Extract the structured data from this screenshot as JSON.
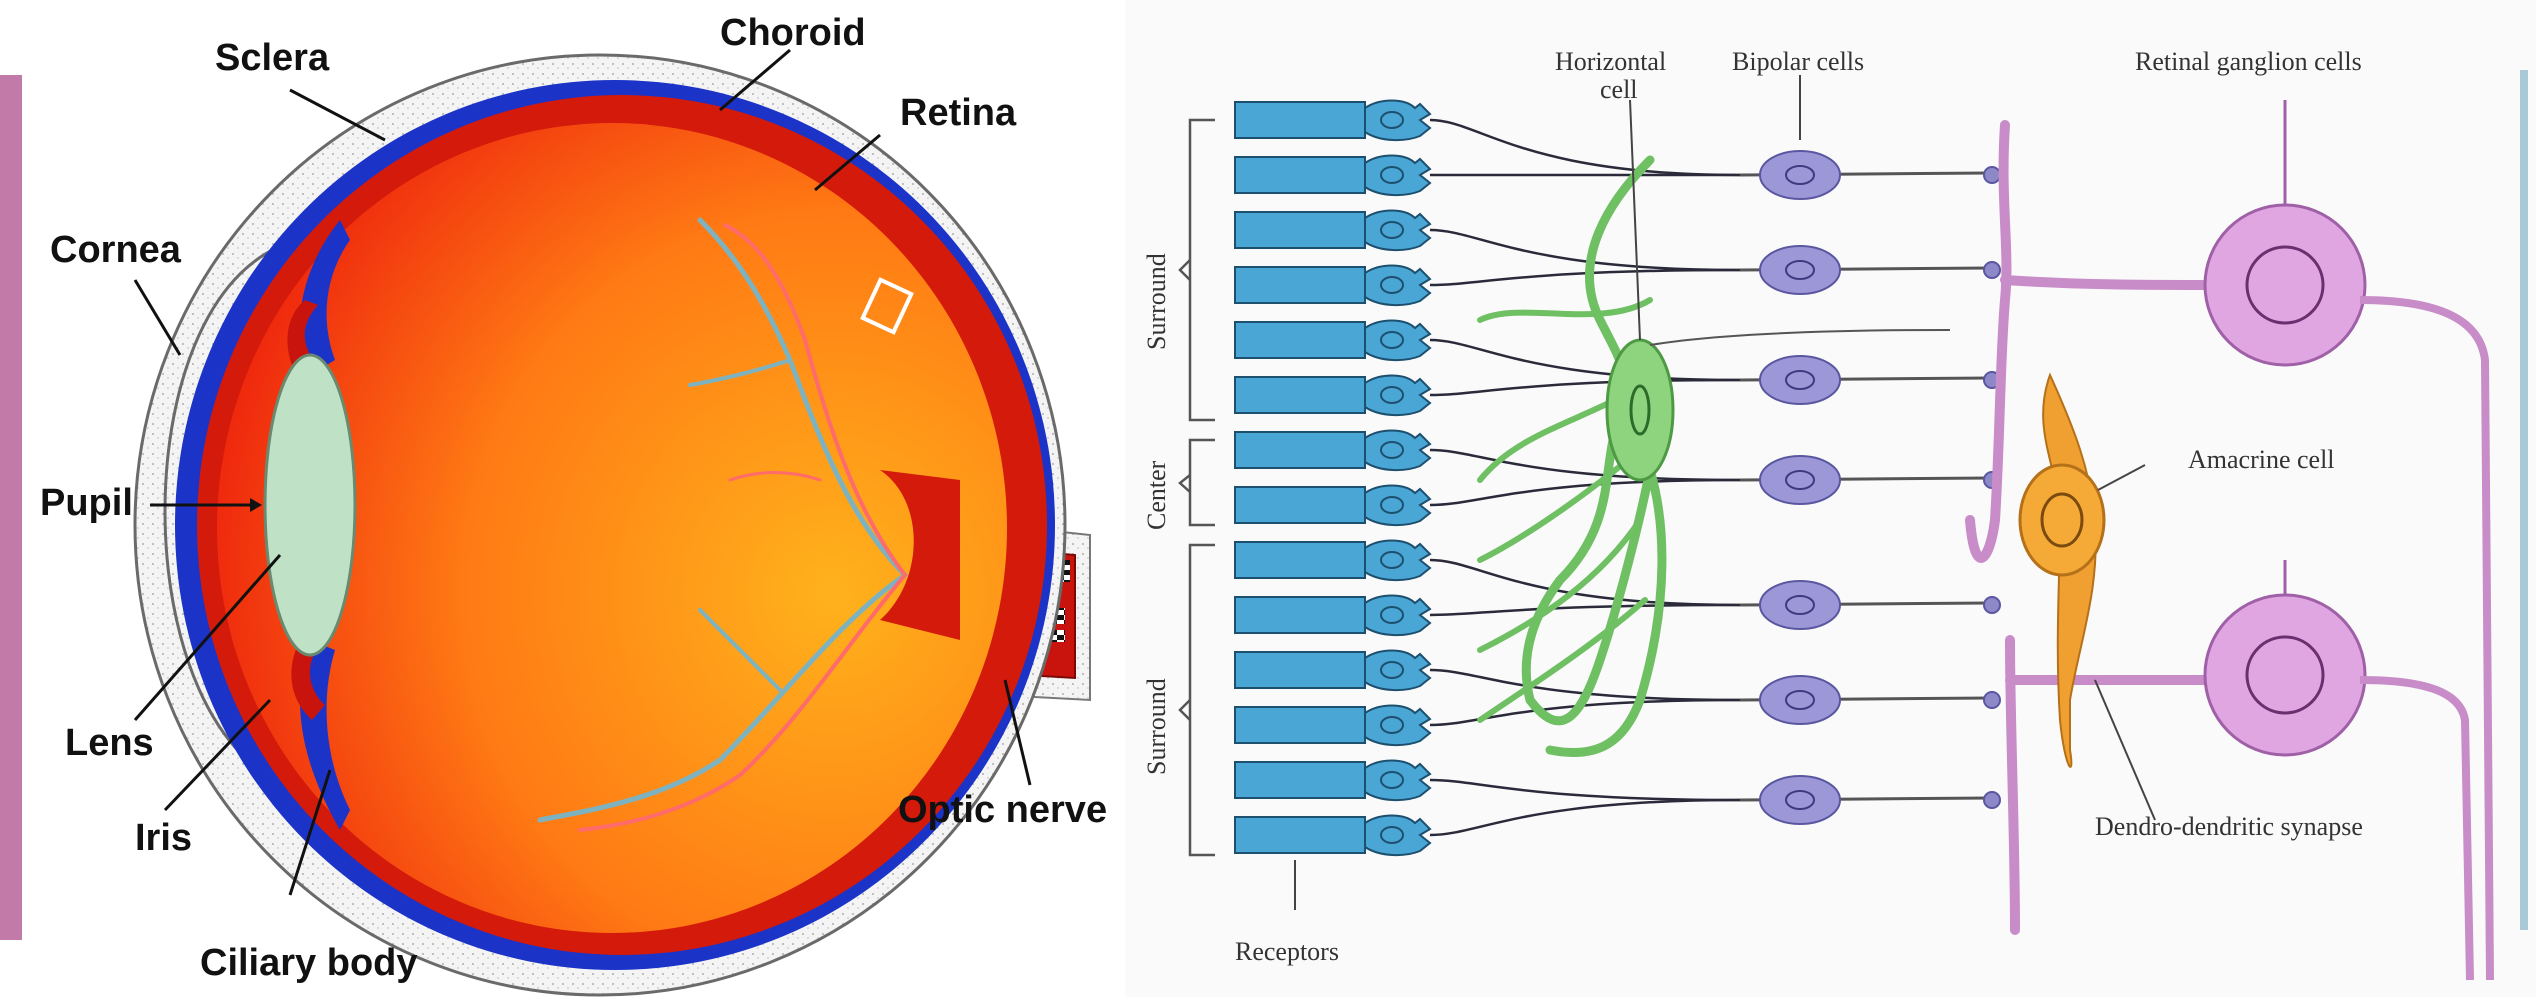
{
  "left_diagram": {
    "labels": {
      "sclera": "Sclera",
      "choroid": "Choroid",
      "retina": "Retina",
      "cornea": "Cornea",
      "pupil": "Pupil",
      "lens": "Lens",
      "iris": "Iris",
      "ciliary_body": "Ciliary body",
      "optic_nerve": "Optic nerve"
    },
    "colors": {
      "sclera": "#f4f4f4",
      "choroid": "#1c33c8",
      "retina_band": "#d41a0a",
      "eyeball_light": "#ffb21c",
      "eyeball_dark": "#ec1a0c",
      "lens": "#bfe2c6",
      "vessel_blue": "#7db3c0",
      "vessel_red": "#ff6a6a",
      "side_bar": "#c27aa8"
    }
  },
  "right_diagram": {
    "labels": {
      "horizontal_cell_1": "Horizontal",
      "horizontal_cell_2": "cell",
      "bipolar_cells": "Bipolar cells",
      "ganglion_cells": "Retinal ganglion cells",
      "surround_top": "Surround",
      "center": "Center",
      "surround_bottom": "Surround",
      "amacrine_cell": "Amacrine cell",
      "dendro_synapse": "Dendro-dendritic synapse",
      "receptors": "Receptors"
    },
    "colors": {
      "receptor": "#4aa6d4",
      "receptor_outline": "#1d4f6f",
      "horizontal": "#8ed47e",
      "bipolar": "#9c98d8",
      "ganglion": "#e0a6e2",
      "amacrine": "#f0a030",
      "background": "#fafafa"
    }
  }
}
